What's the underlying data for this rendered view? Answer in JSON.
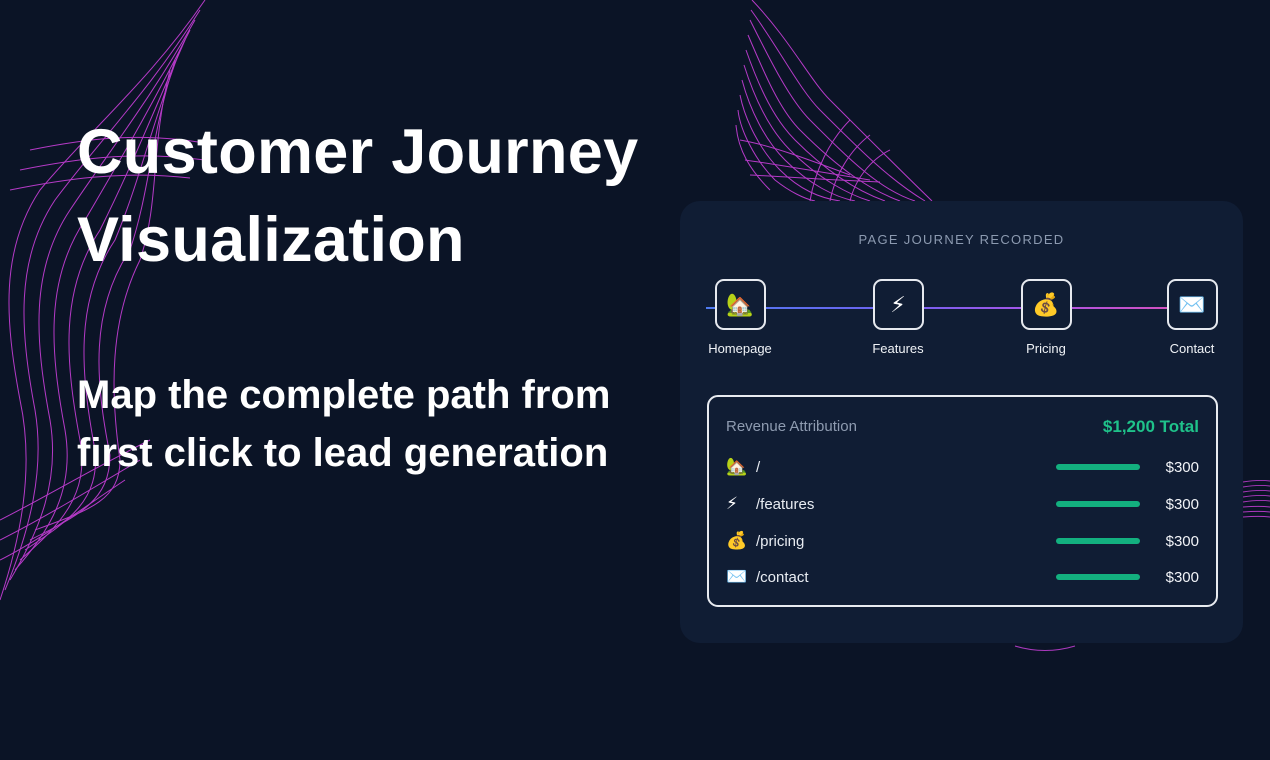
{
  "hero": {
    "title_line1": "Customer Journey",
    "title_line2": "Visualization",
    "subtitle_line1": "Map the complete path from",
    "subtitle_line2": "first click to lead generation"
  },
  "card": {
    "heading": "PAGE JOURNEY RECORDED",
    "steps": [
      {
        "label": "Homepage",
        "icon": "house-icon",
        "glyph": "🏡"
      },
      {
        "label": "Features",
        "icon": "lightning-icon",
        "glyph": "⚡"
      },
      {
        "label": "Pricing",
        "icon": "money-bag-icon",
        "glyph": "💰"
      },
      {
        "label": "Contact",
        "icon": "envelope-icon",
        "glyph": "✉️"
      }
    ],
    "attribution": {
      "title": "Revenue Attribution",
      "total": "$1,200 Total",
      "rows": [
        {
          "icon": "house-icon",
          "glyph": "🏡",
          "path": "/",
          "value": "$300"
        },
        {
          "icon": "lightning-icon",
          "glyph": "⚡",
          "path": "/features",
          "value": "$300"
        },
        {
          "icon": "money-bag-icon",
          "glyph": "💰",
          "path": "/pricing",
          "value": "$300"
        },
        {
          "icon": "envelope-icon",
          "glyph": "✉️",
          "path": "/contact",
          "value": "$300"
        }
      ]
    }
  },
  "colors": {
    "background": "#0b1426",
    "card": "#101d34",
    "accent_green": "#1fc28a",
    "wave_magenta": "#d13fe0"
  }
}
